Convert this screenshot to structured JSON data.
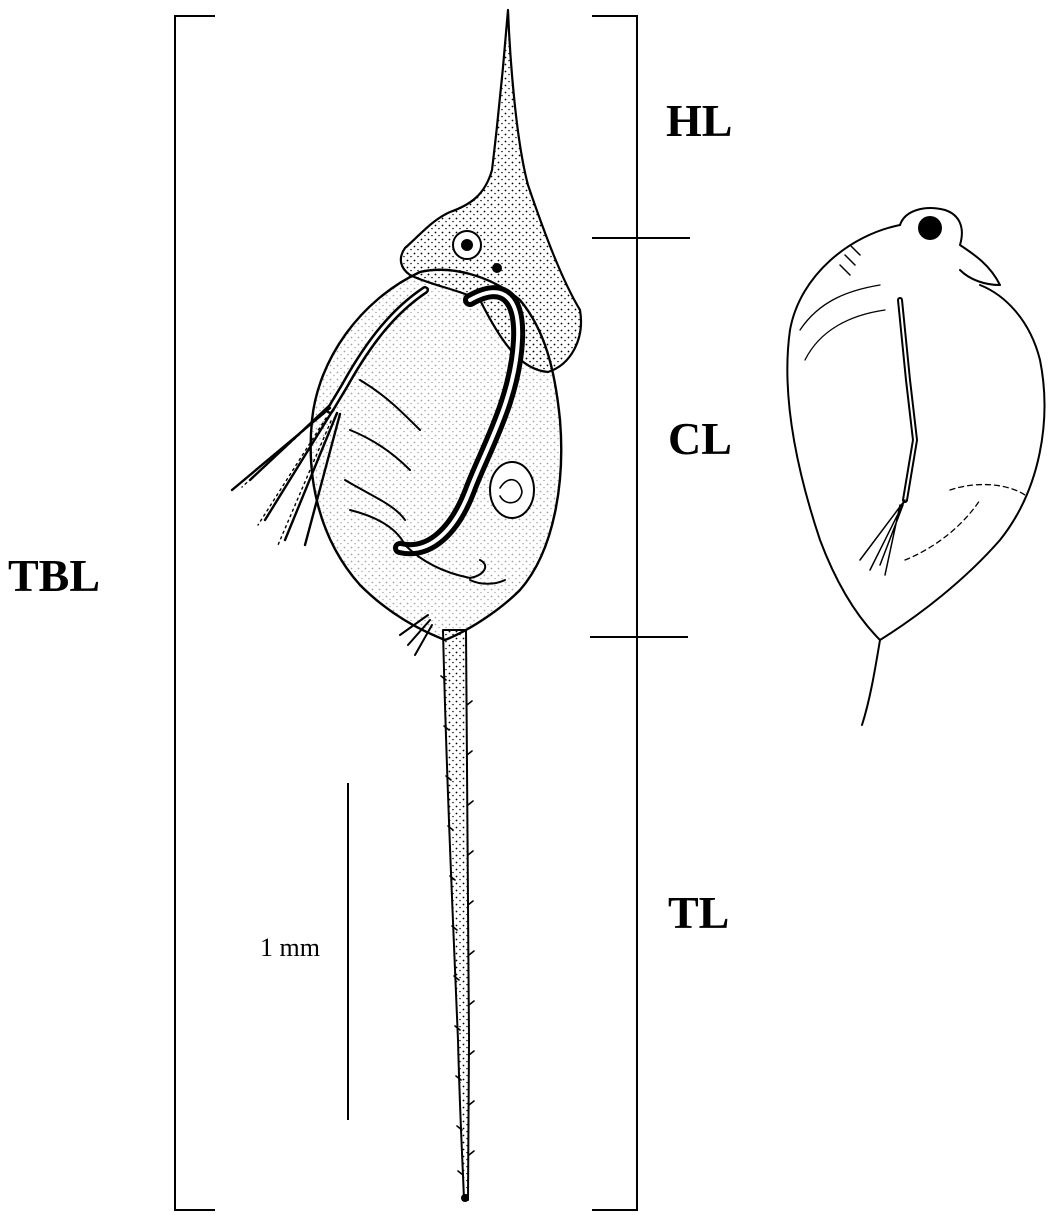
{
  "labels": {
    "total_body_length": "TBL",
    "head_length": "HL",
    "carapace_length": "CL",
    "tail_length": "TL",
    "scale_bar": "1 mm"
  },
  "colors": {
    "ink": "#000000",
    "paper": "#ffffff"
  }
}
